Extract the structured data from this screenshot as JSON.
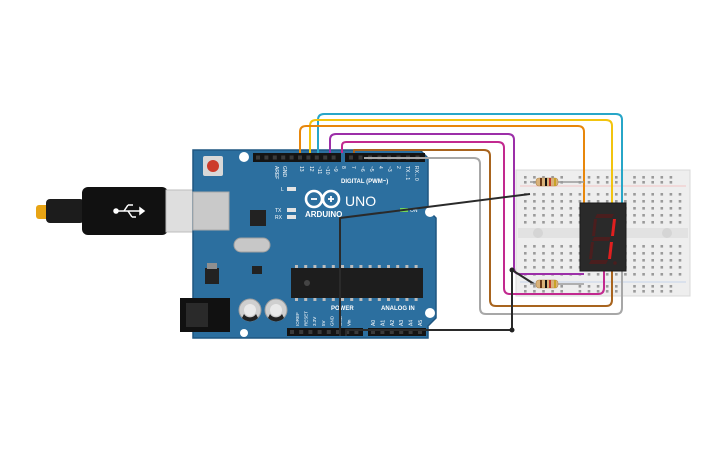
{
  "arduino": {
    "logo_text": "ARDUINO",
    "model": "UNO",
    "digital_label": "DIGITAL (PWM~)",
    "power_label": "POWER",
    "analog_label": "ANALOG IN",
    "on_label": "ON",
    "tx_label": "TX",
    "rx_label": "RX",
    "l_label": "L",
    "top_pins": [
      "AREF",
      "GND",
      "13",
      "12",
      "~11",
      "~10",
      "~9",
      "8",
      "7",
      "~6",
      "~5",
      "4",
      "~3",
      "2",
      "TX→1",
      "RX←0"
    ],
    "power_pins": [
      "IOREF",
      "RESET",
      "3.3V",
      "5V",
      "GND",
      "GND",
      "Vin"
    ],
    "analog_pins": [
      "A0",
      "A1",
      "A2",
      "A3",
      "A4",
      "A5"
    ]
  },
  "wire_colors": {
    "orange": "#e8870b",
    "yellow": "#f2c40f",
    "cyan": "#27a6c8",
    "purple": "#9c2fa8",
    "magenta": "#c2298f",
    "brown": "#a8641e",
    "gray": "#a7a7a7",
    "black": "#2a2a2a"
  },
  "colors": {
    "board": "#2c6f9f",
    "board_edge": "#1f5680",
    "breadboard": "#eeeeee",
    "display": "#2a2a2a",
    "segment_on": "#e01f1f",
    "segment_off": "#4a1e1e"
  }
}
